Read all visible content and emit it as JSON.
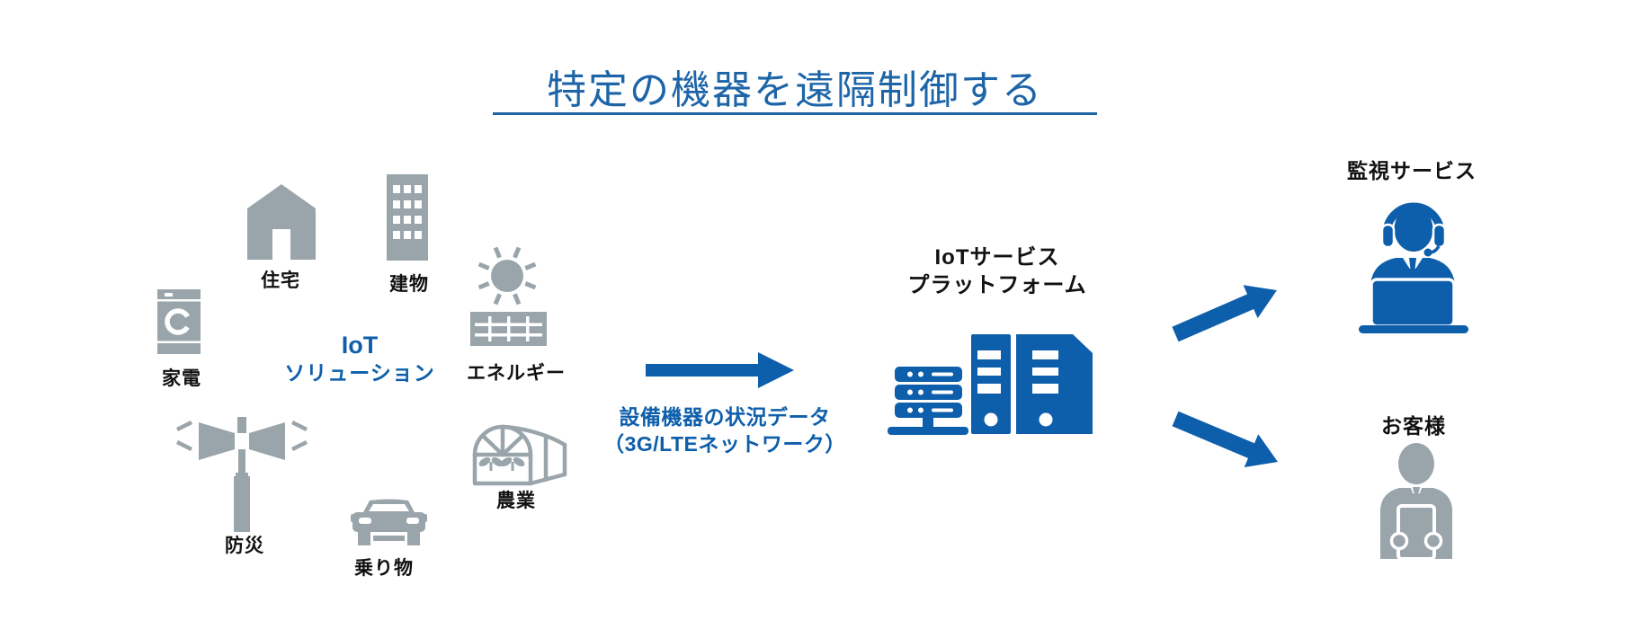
{
  "colors": {
    "blue": "#0e5fab",
    "gray": "#9aa5ab",
    "title_blue": "#1e65a8",
    "label_ink": "#111111",
    "background": "#ffffff"
  },
  "title": {
    "text": "特定の機器を遠隔制御する"
  },
  "solution": {
    "line1": "IoT",
    "line2": "ソリューション",
    "nodes": {
      "house": {
        "label": "住宅"
      },
      "building": {
        "label": "建物"
      },
      "appliance": {
        "label": "家電"
      },
      "energy": {
        "label": "エネルギー"
      },
      "disaster": {
        "label": "防災"
      },
      "vehicle": {
        "label": "乗り物"
      },
      "agriculture": {
        "label": "農業"
      }
    }
  },
  "flow": {
    "line1": "設備機器の状況データ",
    "line2": "（3G/LTEネットワーク）"
  },
  "platform": {
    "line1": "IoTサービス",
    "line2": "プラットフォーム"
  },
  "outputs": {
    "monitoring": {
      "label": "監視サービス"
    },
    "customer": {
      "label": "お客様"
    }
  }
}
